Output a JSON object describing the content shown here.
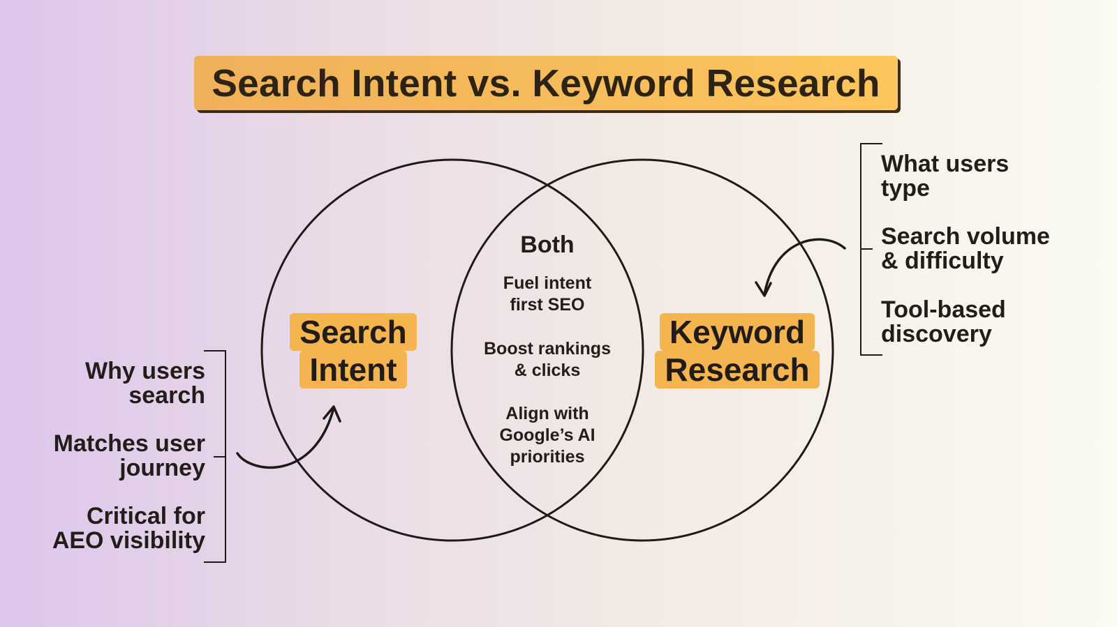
{
  "title": "Search Intent vs. Keyword Research",
  "left_circle": {
    "label_line1": "Search",
    "label_line2": "Intent"
  },
  "right_circle": {
    "label_line1": "Keyword",
    "label_line2": "Research"
  },
  "overlap": {
    "heading": "Both",
    "items": [
      {
        "line1": "Fuel intent",
        "line2": "first SEO"
      },
      {
        "line1": "Boost rankings",
        "line2": "& clicks"
      },
      {
        "line1": "Align with",
        "line2": "Google’s AI",
        "line3": "priorities"
      }
    ]
  },
  "left_notes": [
    {
      "line1": "Why users",
      "line2": "search"
    },
    {
      "line1": "Matches user",
      "line2": "journey"
    },
    {
      "line1": "Critical for",
      "line2": "AEO visibility"
    }
  ],
  "right_notes": [
    {
      "line1": "What users",
      "line2": "type"
    },
    {
      "line1": "Search volume",
      "line2": "& difficulty"
    },
    {
      "line1": "Tool-based",
      "line2": "discovery"
    }
  ],
  "colors": {
    "accent": "#f4b450",
    "ink": "#231d1a"
  }
}
